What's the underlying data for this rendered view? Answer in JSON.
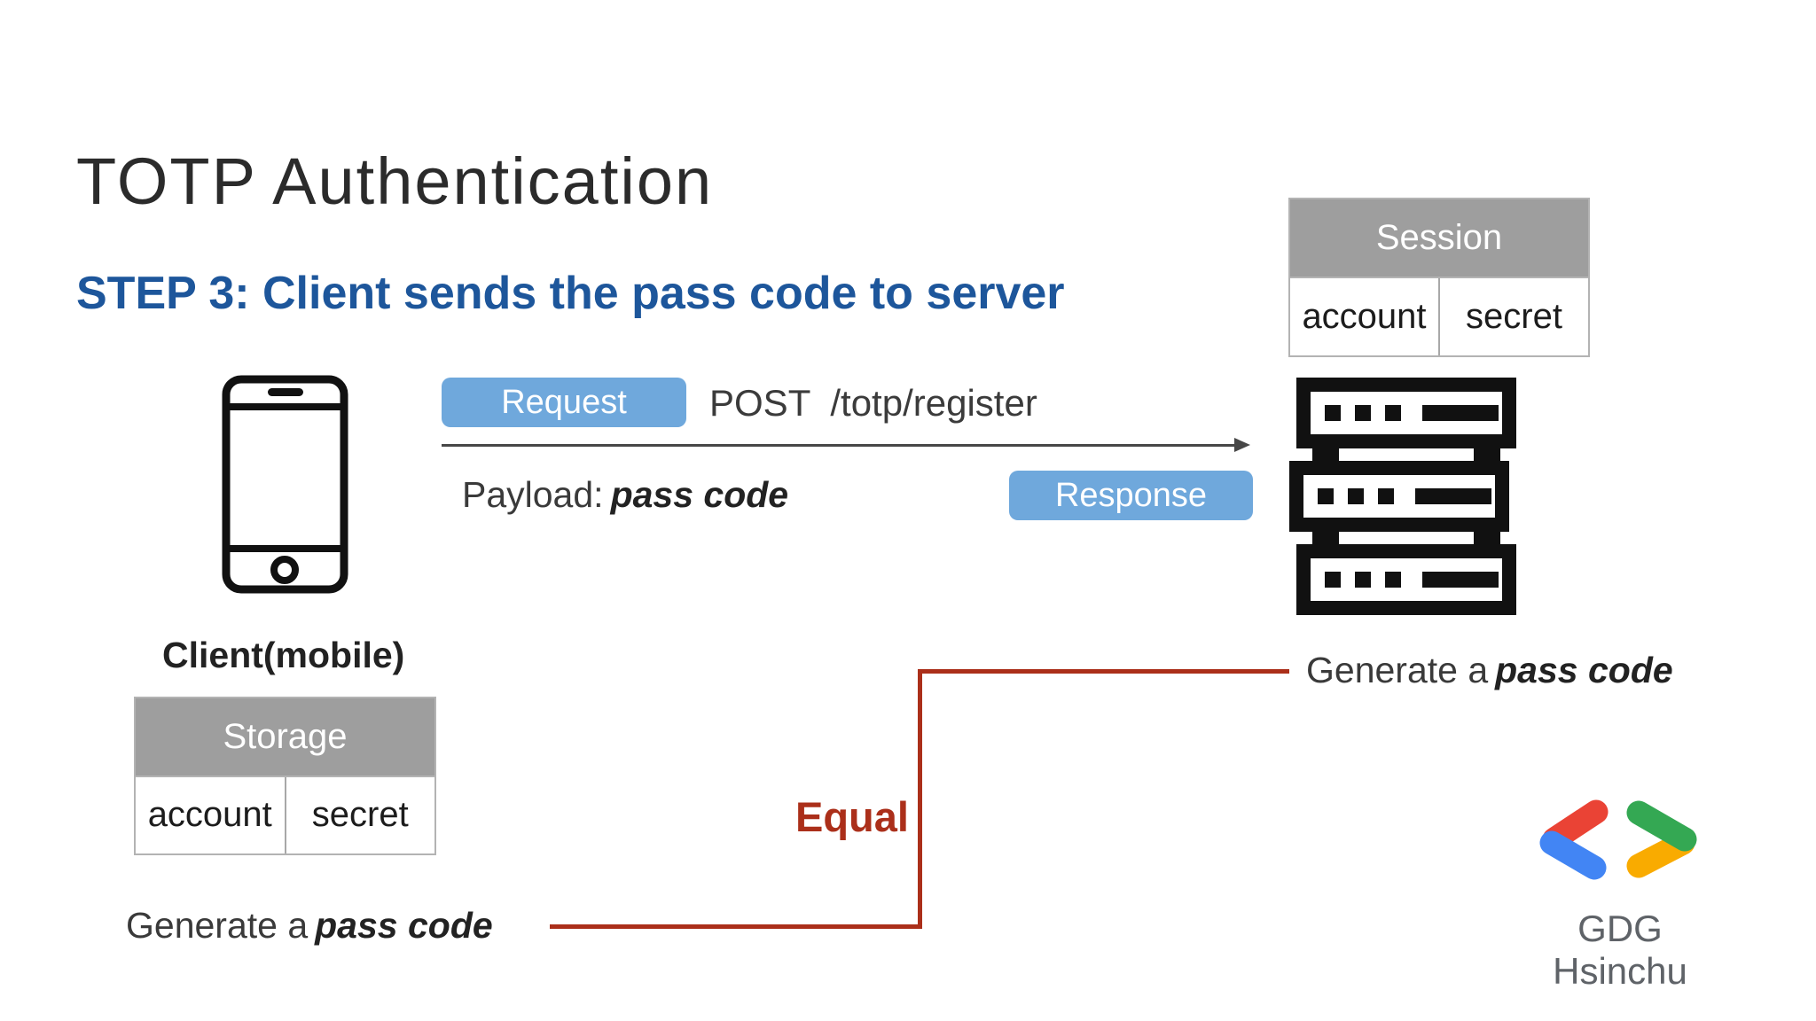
{
  "slide": {
    "title": "TOTP Authentication",
    "step_heading": "STEP 3: Client sends the pass code to server"
  },
  "request": {
    "label": "Request",
    "method": "POST",
    "path": "/totp/register",
    "payload_label": "Payload:",
    "payload_value": "pass code"
  },
  "response": {
    "label": "Response"
  },
  "client": {
    "label": "Client(mobile)",
    "table": {
      "header": "Storage",
      "columns": [
        "account",
        "secret"
      ]
    },
    "action_prefix": "Generate a",
    "action_value": "pass code"
  },
  "server": {
    "table": {
      "header": "Session",
      "columns": [
        "account",
        "secret"
      ]
    },
    "action_prefix": "Generate a",
    "action_value": "pass code"
  },
  "comparison": {
    "label": "Equal"
  },
  "footer": {
    "brand": "GDG Hsinchu"
  },
  "icons": {
    "client_icon": "smartphone-icon",
    "server_icon": "server-rack-icon",
    "brand_icon": "gdg-chevrons-icon",
    "flow_icon": "arrow-right-icon"
  },
  "colors": {
    "heading_blue": "#1d569b",
    "pill_blue": "#6fa8dc",
    "table_header_gray": "#9e9e9e",
    "table_border_gray": "#b3b3b3",
    "connector_red": "#ab2f1a",
    "arrow_gray": "#474747",
    "brand_text_gray": "#5f6368",
    "google_red": "#EA4335",
    "google_blue": "#4285F4",
    "google_green": "#34A853",
    "google_yellow": "#F9AB00"
  }
}
